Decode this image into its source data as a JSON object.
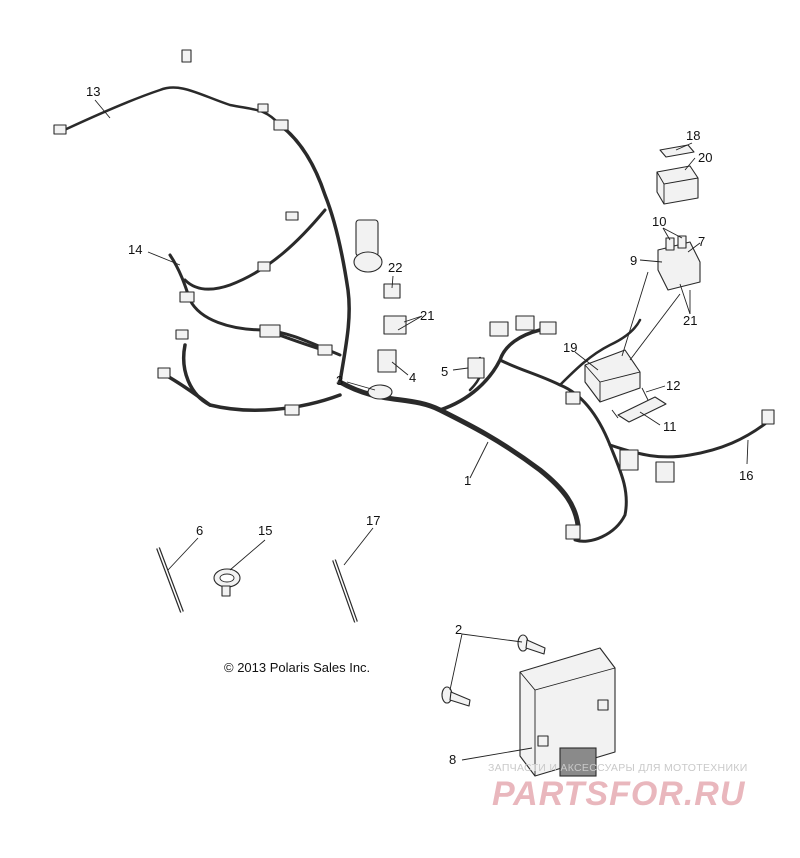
{
  "diagram": {
    "callouts": [
      {
        "id": "c1",
        "label": "1"
      },
      {
        "id": "c2",
        "label": "2"
      },
      {
        "id": "c3",
        "label": "3"
      },
      {
        "id": "c4",
        "label": "4"
      },
      {
        "id": "c5",
        "label": "5"
      },
      {
        "id": "c6",
        "label": "6"
      },
      {
        "id": "c7",
        "label": "7"
      },
      {
        "id": "c8",
        "label": "8"
      },
      {
        "id": "c9",
        "label": "9"
      },
      {
        "id": "c10",
        "label": "10"
      },
      {
        "id": "c11",
        "label": "11"
      },
      {
        "id": "c12",
        "label": "12"
      },
      {
        "id": "c13",
        "label": "13"
      },
      {
        "id": "c14",
        "label": "14"
      },
      {
        "id": "c15",
        "label": "15"
      },
      {
        "id": "c16",
        "label": "16"
      },
      {
        "id": "c17",
        "label": "17"
      },
      {
        "id": "c18",
        "label": "18"
      },
      {
        "id": "c19",
        "label": "19"
      },
      {
        "id": "c20",
        "label": "20"
      },
      {
        "id": "c21a",
        "label": "21"
      },
      {
        "id": "c21b",
        "label": "21"
      },
      {
        "id": "c22",
        "label": "22"
      }
    ],
    "copyright": "© 2013 Polaris Sales Inc."
  },
  "watermark": {
    "tagline": "ЗАПЧАСТИ И АКСЕССУАРЫ ДЛЯ МОТОТЕХНИКИ",
    "brand": "PARTSFOR.RU",
    "color": "#e9b7bd"
  }
}
